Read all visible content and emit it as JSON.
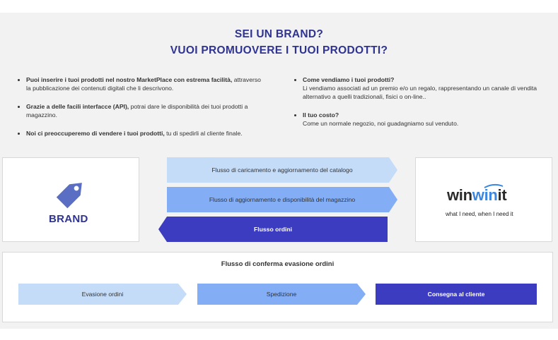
{
  "header": {
    "title_line1": "SEI UN BRAND?",
    "title_line2": "VUOI PROMUOVERE I TUOI PRODOTTI?"
  },
  "left_list": [
    {
      "bold": "Puoi inserire i tuoi prodotti nel nostro MarketPlace con estrema facilità,",
      "text": " attraverso la pubblicazione dei contenuti digitali che li descrivono."
    },
    {
      "bold": "Grazie a delle facili interfacce (API),",
      "text": " potrai dare le disponibilità dei tuoi prodotti a magazzino."
    },
    {
      "bold": "Noi ci preoccuperemo di vendere i tuoi prodotti,",
      "text": " tu di spedirli al cliente finale."
    }
  ],
  "right_list": [
    {
      "bold": "Come vendiamo i tuoi prodotti?",
      "text": "Li vendiamo associati ad un premio e/o un regalo, rappresentando un canale di vendita alternativo a quelli tradizionali, fisici o on-line.."
    },
    {
      "bold": "Il tuo costo?",
      "text": "Come un normale negozio, noi guadagniamo sul venduto."
    }
  ],
  "brand_card": {
    "label": "BRAND",
    "icon": "tag-icon"
  },
  "flows": {
    "catalog": "Flusso di caricamento e aggiornamento del catalogo",
    "stock": "Flusso di aggiornamento e disponibilità del magazzino",
    "orders": "Flusso ordini"
  },
  "winwin_card": {
    "word_a": "win",
    "word_b": "win",
    "word_c": "it",
    "tagline": "what I need, when I need it"
  },
  "confirmation": {
    "title": "Flusso di conferma evasione ordini",
    "steps": [
      "Evasione ordini",
      "Spedizione",
      "Consegna al cliente"
    ]
  },
  "colors": {
    "title": "#2f3391",
    "light": "#c5dcf8",
    "mid": "#83aef6",
    "dark": "#3c3cc0",
    "winwin_blue": "#3a86e0"
  }
}
